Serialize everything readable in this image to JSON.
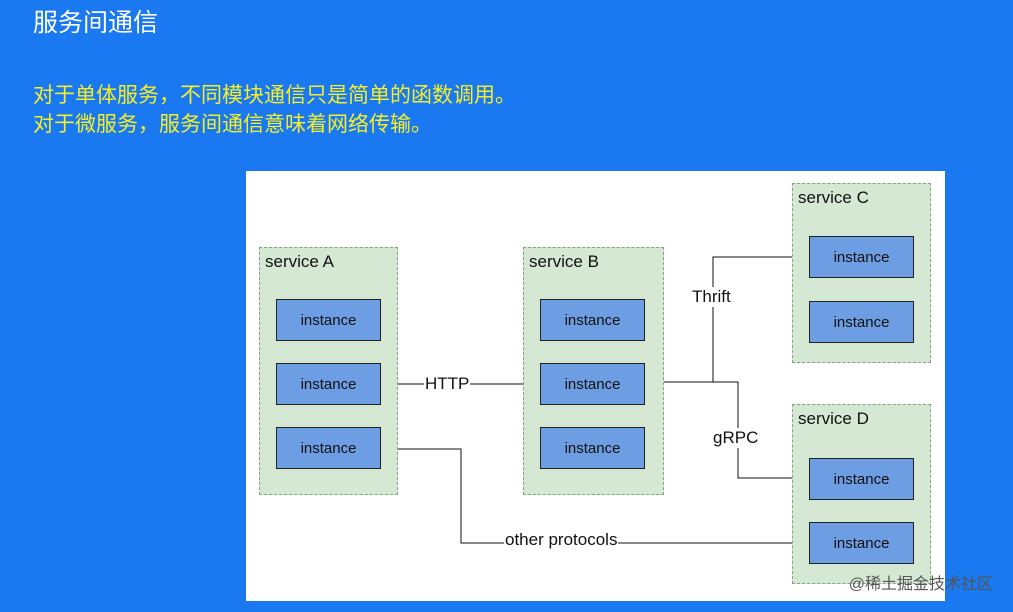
{
  "slide": {
    "title": "服务间通信",
    "lines": [
      "对于单体服务，不同模块通信只是简单的函数调用。",
      "对于微服务，服务间通信意味着网络传输。"
    ]
  },
  "diagram": {
    "services": {
      "a": {
        "label": "service A",
        "instances": [
          "instance",
          "instance",
          "instance"
        ]
      },
      "b": {
        "label": "service B",
        "instances": [
          "instance",
          "instance",
          "instance"
        ]
      },
      "c": {
        "label": "service C",
        "instances": [
          "instance",
          "instance"
        ]
      },
      "d": {
        "label": "service D",
        "instances": [
          "instance",
          "instance"
        ]
      }
    },
    "edges": {
      "http": "HTTP",
      "thrift": "Thrift",
      "grpc": "gRPC",
      "other": "other protocols"
    },
    "colors": {
      "service_fill": "#d5e8d4",
      "instance_fill": "#6d9de2",
      "background": "#1a78f0",
      "accent_text": "#f4ef28"
    }
  },
  "watermark": "@稀土掘金技术社区"
}
